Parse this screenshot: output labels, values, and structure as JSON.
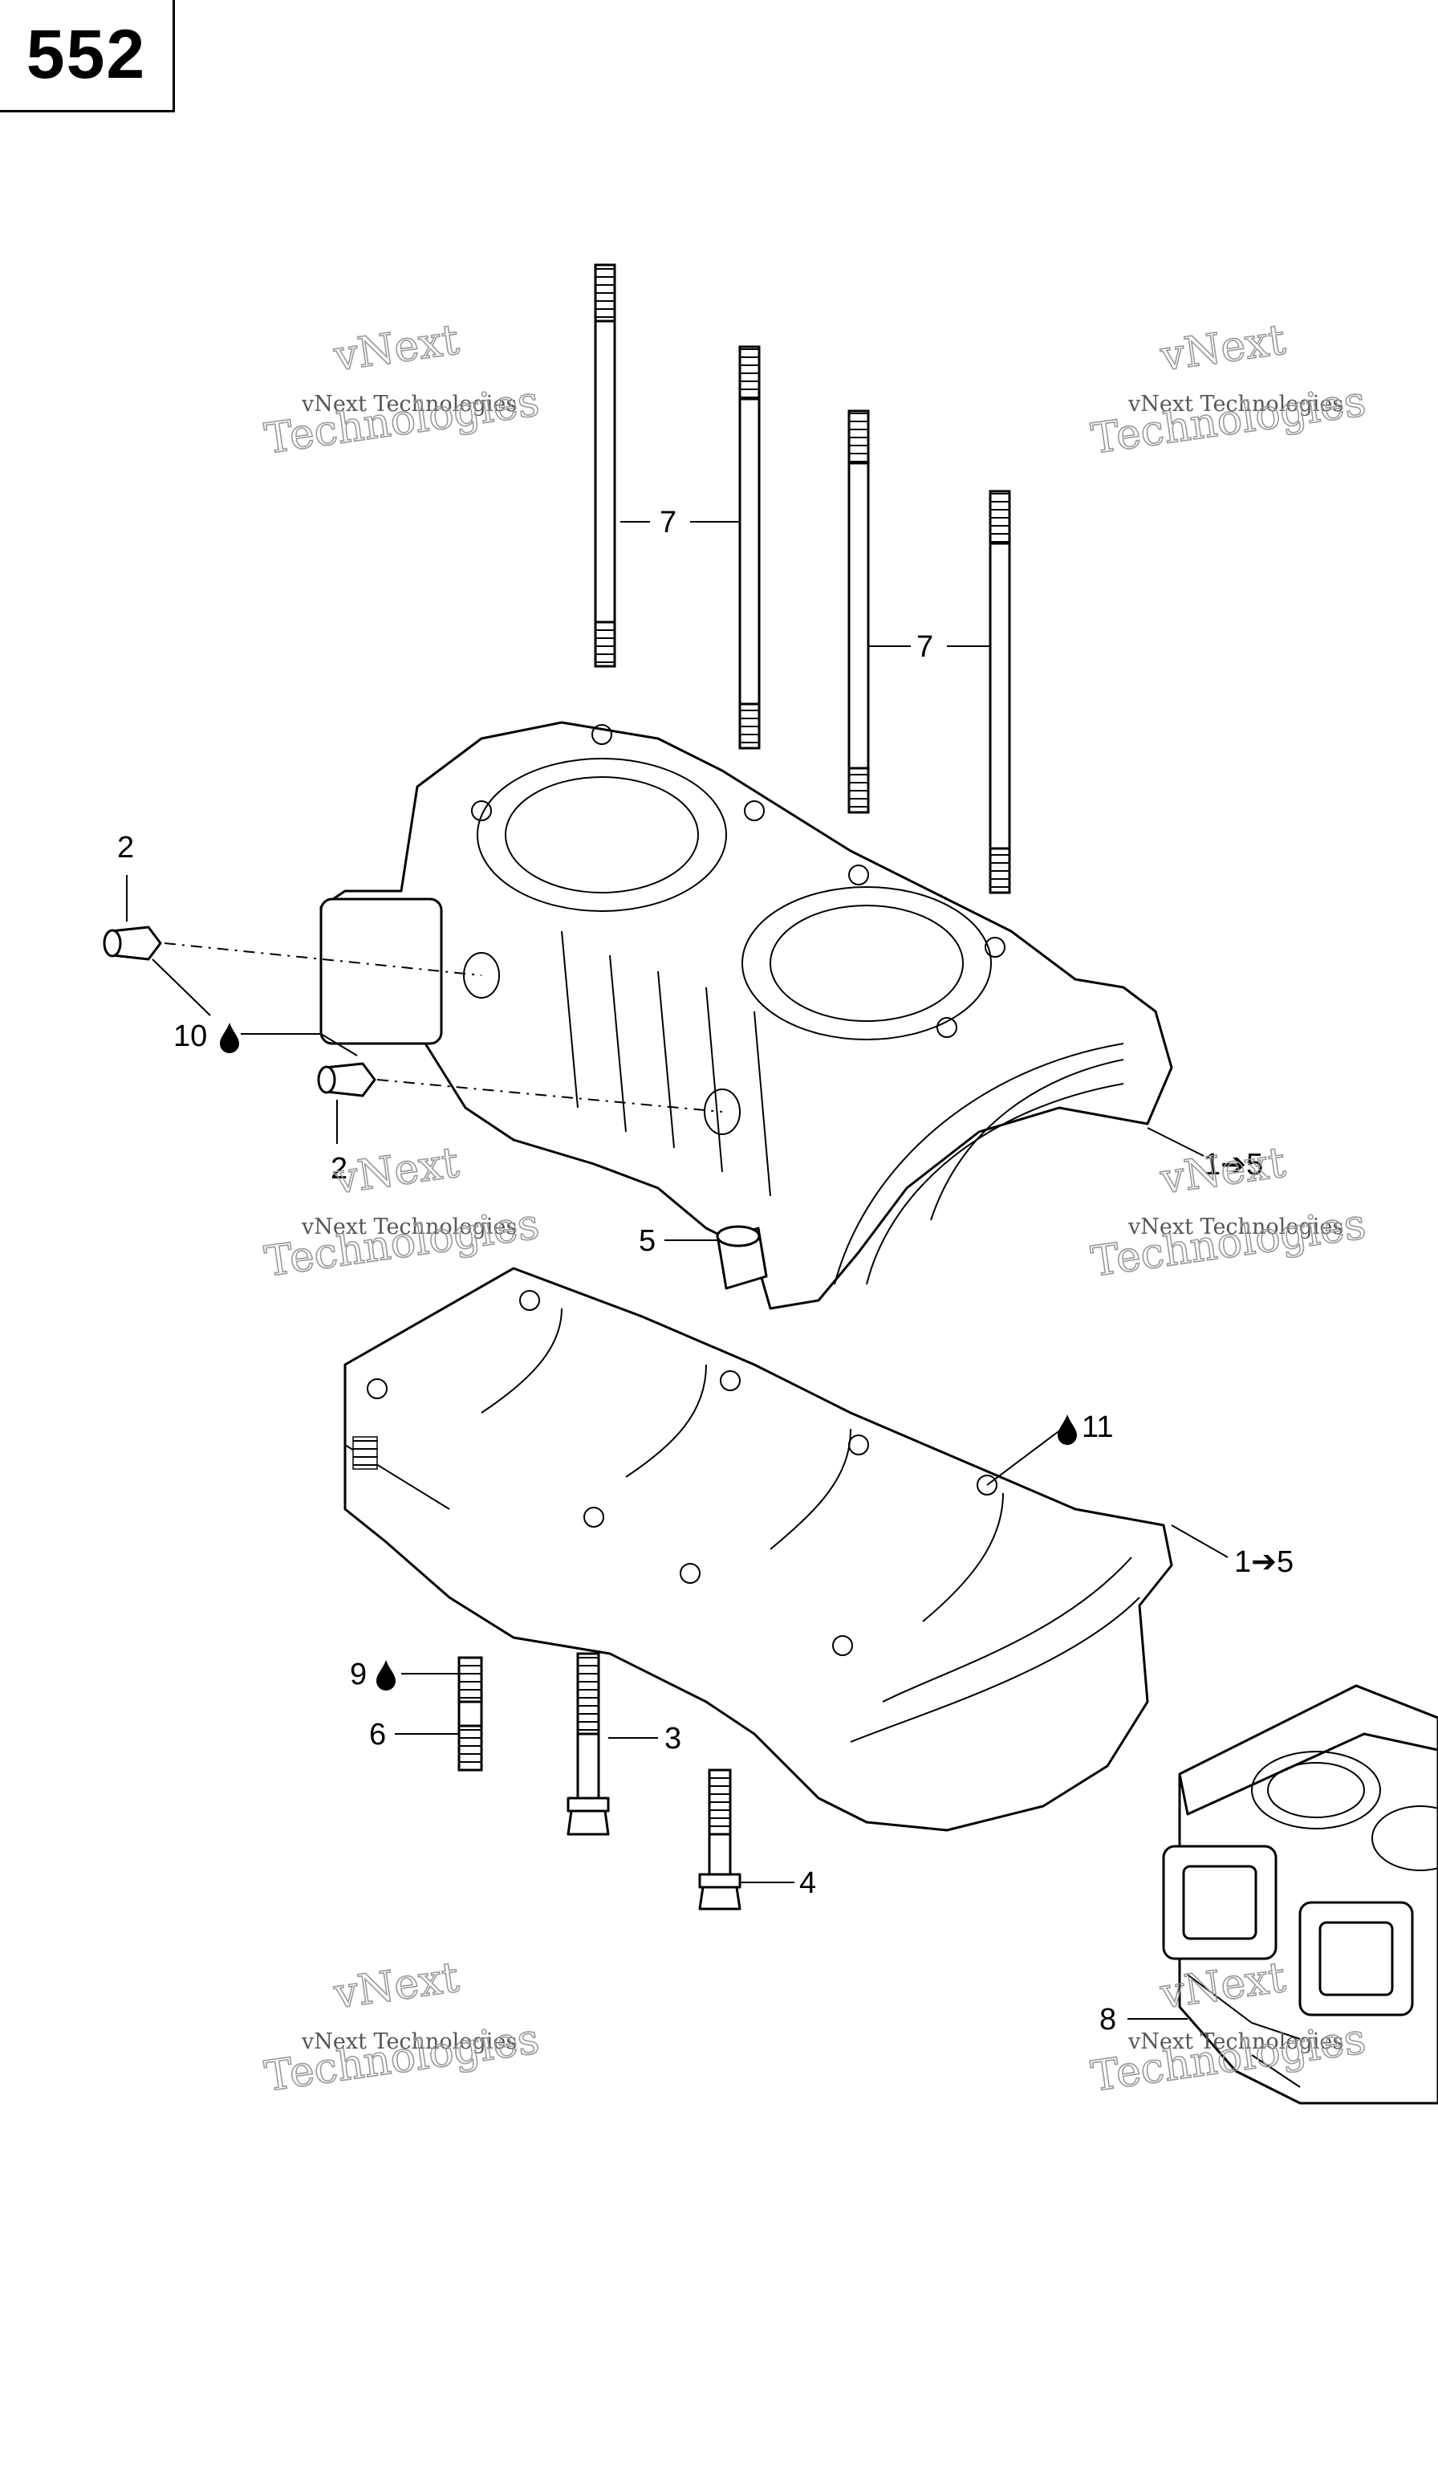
{
  "page_number": "552",
  "callouts": {
    "c2_top": "2",
    "c10": "10",
    "c2_bottom": "2",
    "c7_left": "7",
    "c7_right": "7",
    "c1to5_upper": "1➔5",
    "c5": "5",
    "c11": "11",
    "c1to5_lower": "1➔5",
    "c9": "9",
    "c6": "6",
    "c3": "3",
    "c4": "4",
    "c8": "8"
  },
  "watermarks": [
    {
      "line1": "vNext",
      "line2": "vNext Technologies",
      "line3": "Technologies"
    },
    {
      "line1": "vNext",
      "line2": "vNext Technologies",
      "line3": "Technologies"
    },
    {
      "line1": "vNext",
      "line2": "vNext Technologies",
      "line3": "Technologies"
    },
    {
      "line1": "vNext",
      "line2": "vNext Technologies",
      "line3": "Technologies"
    },
    {
      "line1": "vNext",
      "line2": "vNext Technologies",
      "line3": "Technologies"
    }
  ],
  "icons": {
    "sealant": "drop-icon"
  }
}
